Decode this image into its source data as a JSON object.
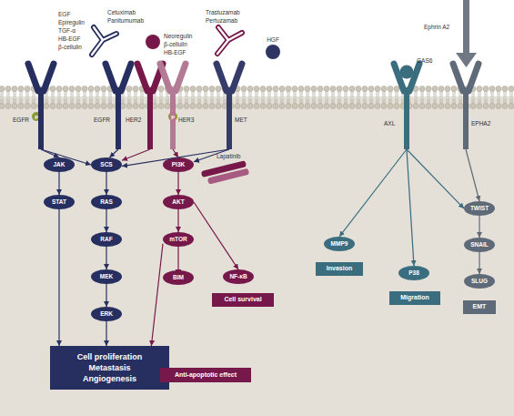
{
  "diagram": {
    "nodes": [
      {
        "text": [
          "EGFR"
        ]
      },
      {
        "text": [
          "EGFR"
        ]
      },
      {
        "text": [
          "HER2"
        ]
      },
      {
        "text": [
          "HER3"
        ]
      },
      {
        "text": [
          "MET"
        ]
      },
      {
        "text": [
          "AXL"
        ]
      },
      {
        "text": [
          "EPHA2"
        ]
      },
      {
        "text": [
          "JAK"
        ]
      },
      {
        "text": [
          "STAT"
        ]
      },
      {
        "text": [
          "SCS"
        ]
      },
      {
        "text": [
          "RAS"
        ]
      },
      {
        "text": [
          "RAF"
        ]
      },
      {
        "text": [
          "MEK"
        ]
      },
      {
        "text": [
          "ERK"
        ]
      },
      {
        "text": [
          "PI3K"
        ]
      },
      {
        "text": [
          "AKT"
        ]
      },
      {
        "text": [
          "mTOR"
        ]
      },
      {
        "text": [
          "NF-κB"
        ]
      },
      {
        "text": [
          "Cell survival"
        ]
      },
      {
        "text": [
          "BIM"
        ]
      },
      {
        "text": [
          "MMP9"
        ]
      },
      {
        "text": [
          "Invasion"
        ]
      },
      {
        "text": [
          "P38"
        ]
      },
      {
        "text": [
          "Migration"
        ]
      },
      {
        "text": [
          "TWIST"
        ]
      },
      {
        "text": [
          "SNAIL"
        ]
      },
      {
        "text": [
          "SLUG"
        ]
      },
      {
        "text": [
          "EMT"
        ]
      },
      {
        "text": [
          "Cell proliferation",
          "Metastasis",
          "Angiogenesis"
        ]
      },
      {
        "text": [
          "Anti-apoptotic effect"
        ]
      }
    ],
    "edges": [
      {
        "from": 0,
        "to": 7,
        "arrow": "to"
      },
      {
        "from": 7,
        "to": 8,
        "arrow": "to"
      },
      {
        "from": 8,
        "to": 28,
        "arrow": "to"
      },
      {
        "from": 0,
        "to": 9,
        "arrow": "to"
      },
      {
        "from": 1,
        "to": 9,
        "arrow": "to"
      },
      {
        "from": 2,
        "to": 9,
        "arrow": "to"
      },
      {
        "from": 3,
        "to": 14,
        "arrow": "to"
      },
      {
        "from": 4,
        "to": 9,
        "arrow": "to"
      },
      {
        "from": 4,
        "to": 14,
        "arrow": "to"
      },
      {
        "from": 9,
        "to": 10,
        "arrow": "to"
      },
      {
        "from": 10,
        "to": 11,
        "arrow": "to"
      },
      {
        "from": 11,
        "to": 12,
        "arrow": "to"
      },
      {
        "from": 12,
        "to": 13,
        "arrow": "to"
      },
      {
        "from": 13,
        "to": 28,
        "arrow": "to"
      },
      {
        "from": 14,
        "to": 15,
        "arrow": "to"
      },
      {
        "from": 15,
        "to": 16,
        "arrow": "to"
      },
      {
        "from": 15,
        "to": 17,
        "arrow": "to"
      },
      {
        "from": 16,
        "to": 19,
        "arrow": "to"
      },
      {
        "from": 16,
        "to": 28,
        "arrow": "to"
      },
      {
        "from": 5,
        "to": 20,
        "arrow": "to"
      },
      {
        "from": 5,
        "to": 22,
        "arrow": "to"
      },
      {
        "from": 5,
        "to": 24,
        "arrow": "to"
      },
      {
        "from": 6,
        "to": 24,
        "arrow": "to"
      },
      {
        "from": 24,
        "to": 25,
        "arrow": "to"
      },
      {
        "from": 25,
        "to": 26,
        "arrow": "to"
      }
    ],
    "labels": [
      "EGF",
      "Epiregulin",
      "TGF-α",
      "HB-EGF",
      "β-cellulin",
      "Cetuximab",
      "Panitumumab",
      "Neoregulin",
      "β-cellulin",
      "HB-EGF",
      "Trastuzamab",
      "Pertuzamab",
      "HGF",
      "Lapatinib",
      "Ephrin A2",
      "GAS6",
      "p",
      "p"
    ]
  }
}
